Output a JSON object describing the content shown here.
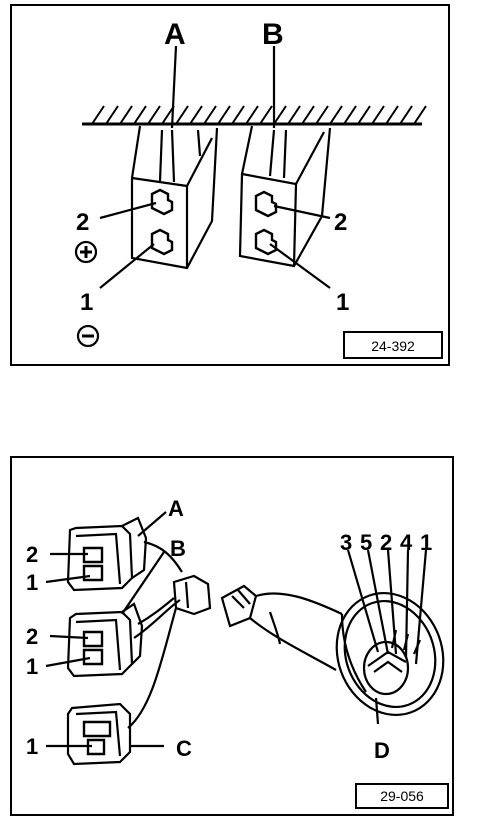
{
  "top_figure": {
    "connector_labels": [
      "A",
      "B"
    ],
    "pin_labels": {
      "a_pin2": "2",
      "a_pin1": "1",
      "b_pin2": "2",
      "b_pin1": "1"
    },
    "polarity": {
      "plus": "+",
      "minus": "−"
    },
    "figure_code": "24-392"
  },
  "bottom_figure": {
    "connector_labels": [
      "A",
      "B",
      "C",
      "D"
    ],
    "left_pins": [
      "2",
      "1",
      "2",
      "1",
      "1"
    ],
    "pump_terminals": [
      "3",
      "5",
      "2",
      "4",
      "1"
    ],
    "figure_code": "29-056"
  }
}
